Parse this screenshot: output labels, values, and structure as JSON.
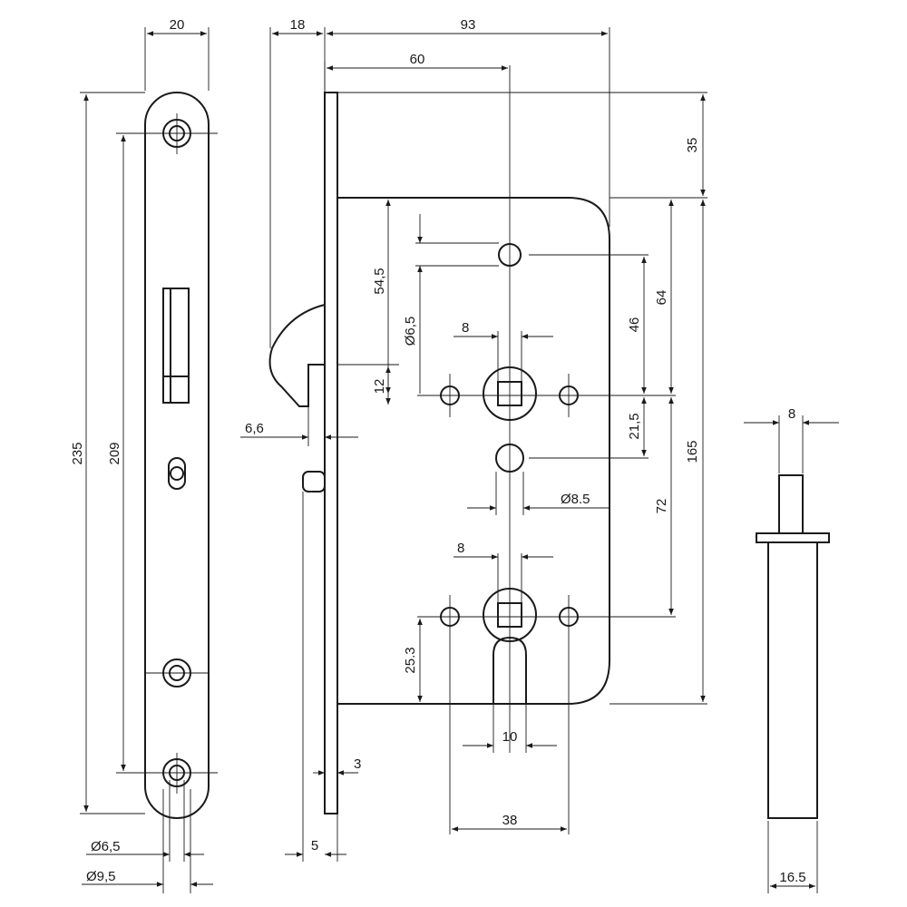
{
  "dimensions": {
    "faceplate_width": "20",
    "total_height": "235",
    "fixing_hole_spacing": "209",
    "fixing_hole_small": "Ø6,5",
    "fixing_hole_large": "Ø9,5",
    "latch_projection": "18",
    "overall_depth": "93",
    "backset": "60",
    "top_offset": "35",
    "follower_to_top": "54,5",
    "top_hole_diameter": "Ø6,5",
    "bolt_height": "12",
    "bolt_offset": "6,6",
    "faceplate_thickness": "3",
    "faceplate_depth": "5",
    "spindle_square_top": "8",
    "spindle_square_bottom": "8",
    "top_hole_to_follower": "46",
    "case_to_follower": "64",
    "follower_to_middle_hole": "21,5",
    "middle_hole_diameter": "Ø8.5",
    "case_height": "165",
    "follower_spacing": "72",
    "cylinder_height": "25.3",
    "cylinder_width": "10",
    "hole_spacing": "38",
    "pin_diameter": "8",
    "pin_flange_width": "16.5"
  },
  "colors": {
    "line": "#1a1a1a",
    "background": "#ffffff"
  }
}
